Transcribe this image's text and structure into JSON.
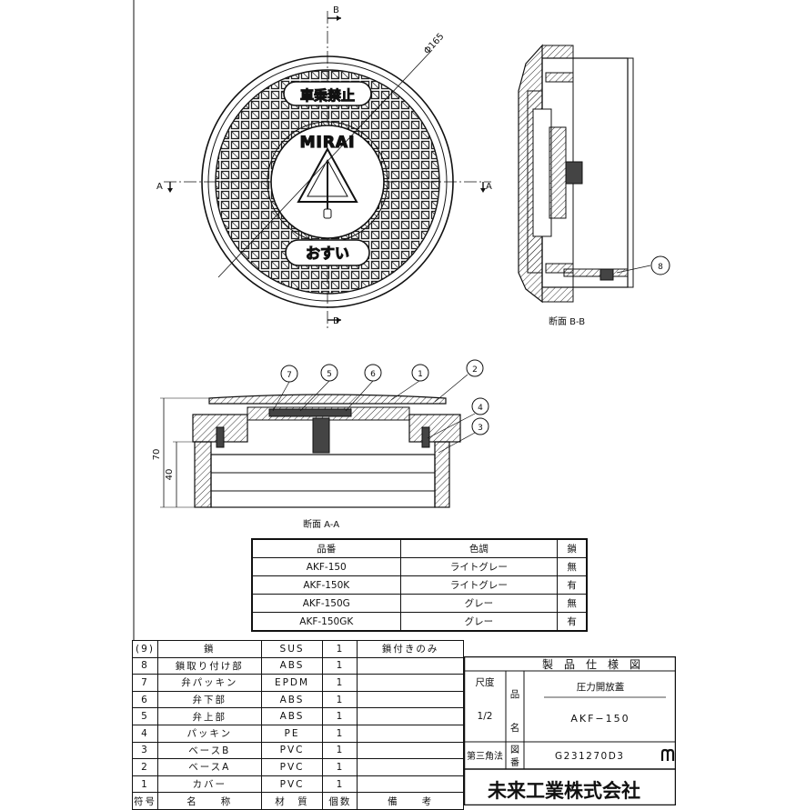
{
  "plan_view": {
    "cover_top_text": "車乗禁止",
    "cover_brand": "MIRAI",
    "cover_bottom_text": "おすい",
    "diameter_label": "Φ165",
    "section_mark_b": "B",
    "section_mark_a": "A"
  },
  "section_bb": {
    "caption": "断面 B-B",
    "callout": "8"
  },
  "section_aa": {
    "caption": "断面 A-A",
    "callouts": [
      "7",
      "5",
      "6",
      "1",
      "2",
      "4",
      "3"
    ],
    "dim_height_total": "70",
    "dim_height_base": "40"
  },
  "model_table": {
    "headers": [
      "品番",
      "色調",
      "鎖"
    ],
    "rows": [
      [
        "AKF-150",
        "ライトグレー",
        "無"
      ],
      [
        "AKF-150K",
        "ライトグレー",
        "有"
      ],
      [
        "AKF-150G",
        "グレー",
        "無"
      ],
      [
        "AKF-150GK",
        "グレー",
        "有"
      ]
    ]
  },
  "parts_table": {
    "rows": [
      [
        "(9)",
        "鎖",
        "SUS",
        "1",
        "鎖付きのみ"
      ],
      [
        "8",
        "鎖取り付け部",
        "ABS",
        "1",
        ""
      ],
      [
        "7",
        "弁パッキン",
        "EPDM",
        "1",
        ""
      ],
      [
        "6",
        "弁下部",
        "ABS",
        "1",
        ""
      ],
      [
        "5",
        "弁上部",
        "ABS",
        "1",
        ""
      ],
      [
        "4",
        "パッキン",
        "PE",
        "1",
        ""
      ],
      [
        "3",
        "ベースB",
        "PVC",
        "1",
        ""
      ],
      [
        "2",
        "ベースA",
        "PVC",
        "1",
        ""
      ],
      [
        "1",
        "カバー",
        "PVC",
        "1",
        ""
      ]
    ],
    "footer": [
      "符号",
      "名　　称",
      "材　質",
      "個数",
      "備　　考"
    ]
  },
  "title_block": {
    "heading": "製　品　仕　様　図",
    "scale_label": "尺度",
    "scale_value": "1/2",
    "name_label_1": "品",
    "name_label_2": "名",
    "product_desc": "圧力開放蓋",
    "product_code": "AKF−150",
    "projection": "第三角法",
    "drawing_no_label_1": "図",
    "drawing_no_label_2": "番",
    "drawing_no": "G231270D3",
    "company": "未来工業株式会社"
  },
  "colors": {
    "ink": "#111111",
    "hatch": "#333333",
    "fill_dark": "#444444"
  }
}
